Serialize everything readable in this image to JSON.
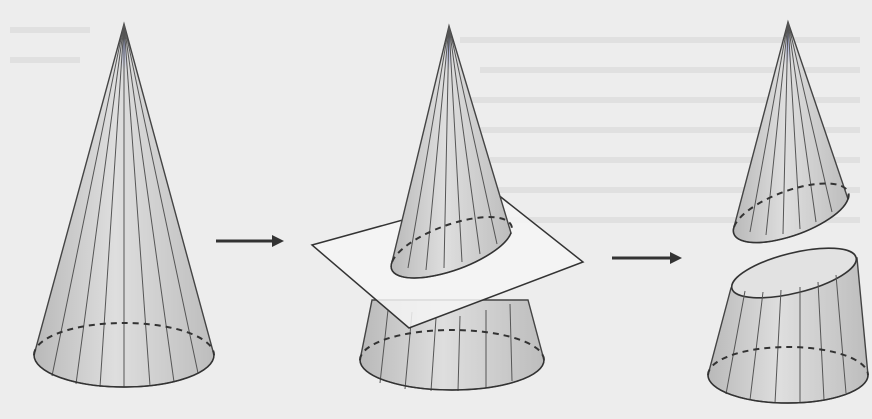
{
  "diagram": {
    "steps": [
      {
        "id": "step-1",
        "label": ""
      },
      {
        "id": "step-2",
        "label": ""
      },
      {
        "id": "step-3",
        "label": ""
      }
    ],
    "arrows": [
      {
        "id": "arrow-1",
        "label": ""
      },
      {
        "id": "arrow-2",
        "label": ""
      }
    ]
  },
  "colors": {
    "background": "#ededed",
    "cone_fill": "#cfcfcf",
    "cone_stroke": "#444444",
    "tip_highlight": "#6f7fd8",
    "plane_fill": "#f4f4f4"
  }
}
